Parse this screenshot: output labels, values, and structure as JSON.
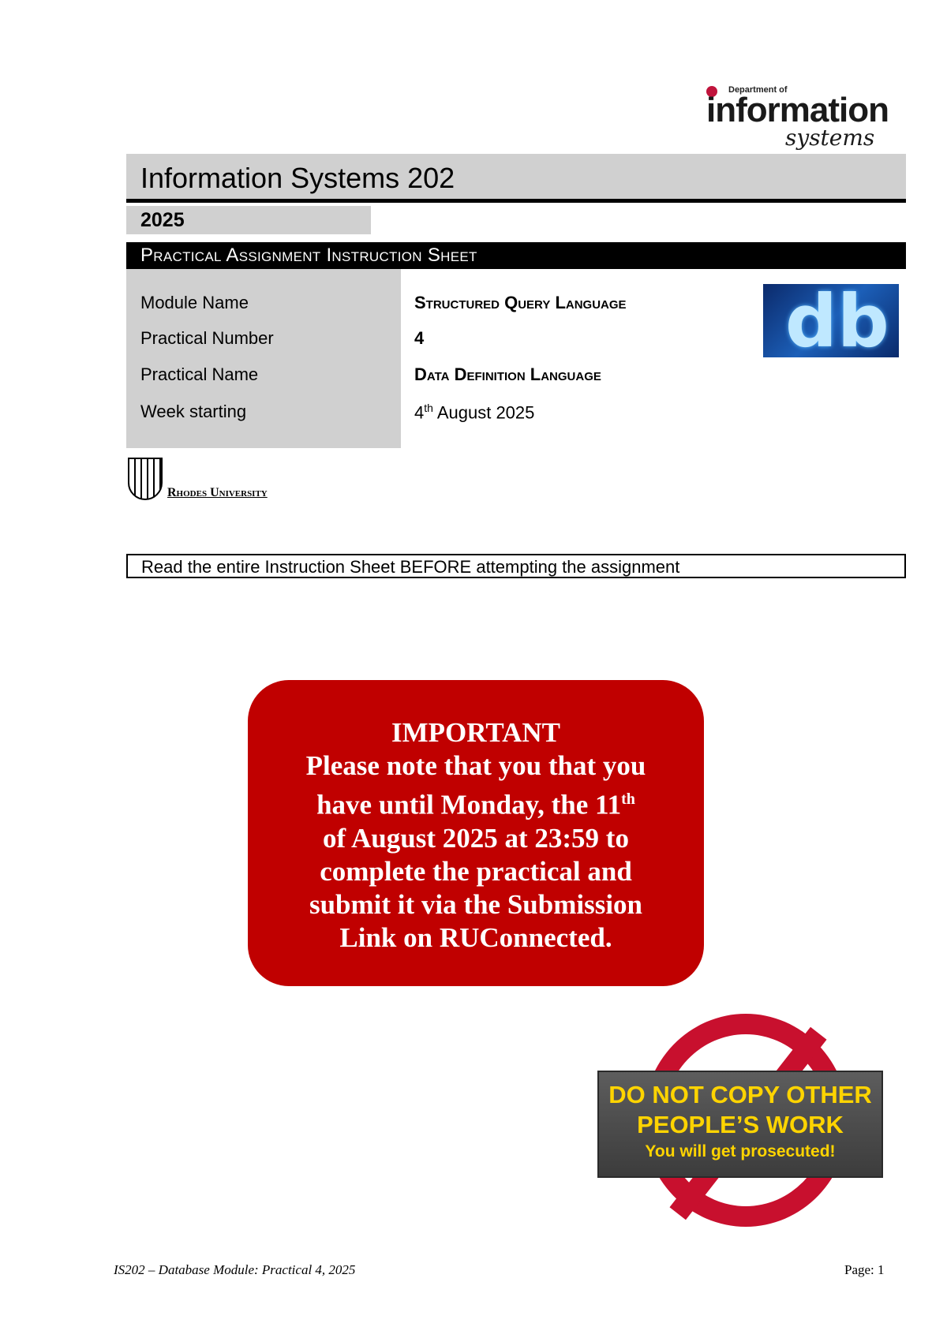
{
  "dept_logo": {
    "small": "Department of",
    "big": "information",
    "script": "systems"
  },
  "header": {
    "title": "Information Systems 202",
    "year": "2025",
    "sheet_title": "Practical Assignment Instruction Sheet"
  },
  "info": {
    "labels": [
      "Module Name",
      "Practical Number",
      "Practical Name",
      "Week starting"
    ],
    "module_name": "Structured Query Language",
    "practical_number": "4",
    "practical_name": "Data Definition Language",
    "week_day": "4",
    "week_sup": "th",
    "week_rest": " August 2025"
  },
  "db_logo": {
    "text": "db"
  },
  "university": "Rhodes University",
  "notice": "Read the entire Instruction Sheet BEFORE attempting the assignment",
  "important": {
    "heading": "IMPORTANT",
    "line1": "Please note that you that you",
    "line2a": "have until Monday, the 11",
    "line2sup": "th",
    "line3": "of August 2025 at 23:59 to",
    "line4": "complete the practical and",
    "line5": "submit it via the Submission",
    "line6": "Link on RUConnected."
  },
  "warning": {
    "line1": "DO NOT COPY OTHER",
    "line2": "PEOPLE’S WORK",
    "line3": "You will get prosecuted!"
  },
  "footer": {
    "left": "IS202 – Database Module: Practical 4, 2025",
    "right": "Page: 1"
  },
  "colors": {
    "important_bg": "#c00000",
    "band_gray": "#d0d0d0",
    "warning_text": "#ffd400"
  }
}
